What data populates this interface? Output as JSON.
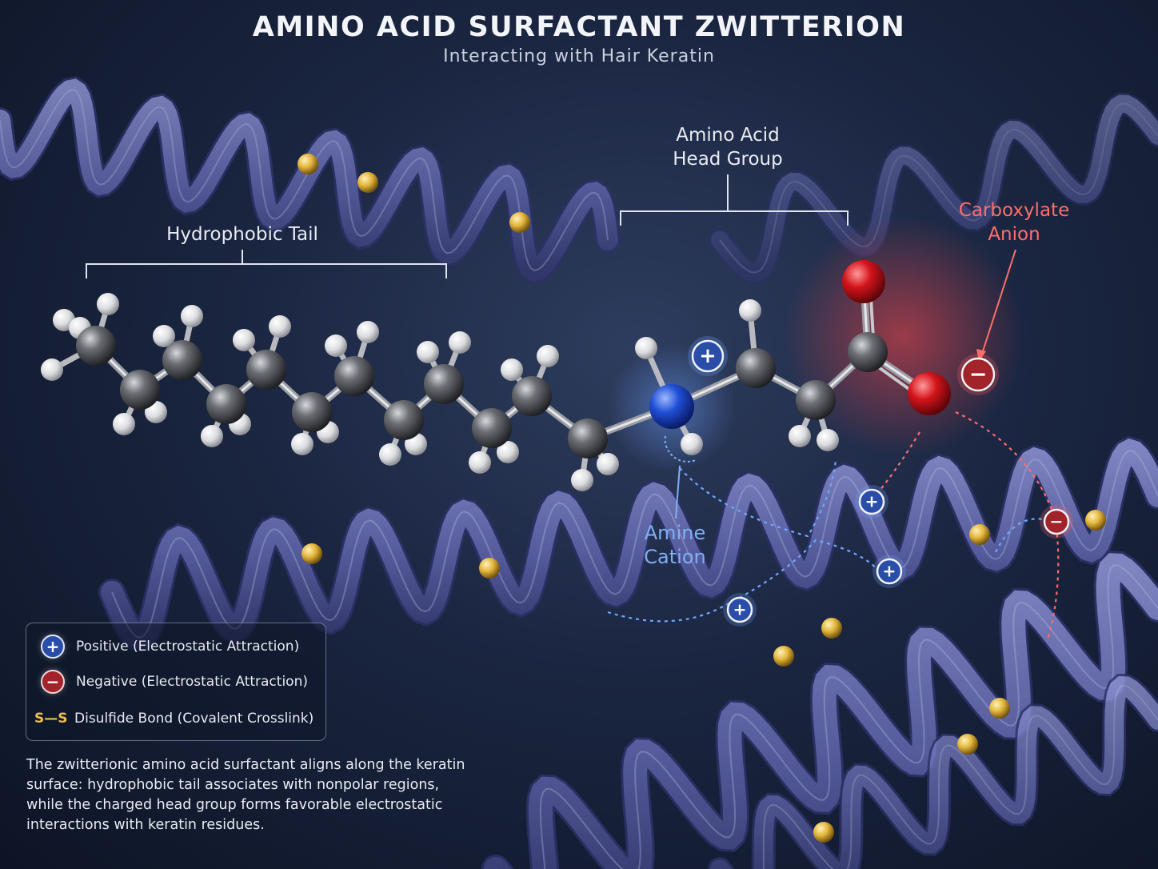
{
  "title": "AMINO ACID SURFACTANT ZWITTERION",
  "subtitle": "Interacting with Hair Keratin",
  "labels": {
    "tail": "Hydrophobic Tail",
    "head_line1": "Amino Acid",
    "head_line2": "Head Group",
    "carboxylate_line1": "Carboxylate",
    "carboxylate_line2": "Anion",
    "amine_line1": "Amine",
    "amine_line2": "Cation"
  },
  "legend": {
    "positive": "Positive (Electrostatic Attraction)",
    "negative": "Negative (Electrostatic Attraction)",
    "disulfide_symbol": "S—S",
    "disulfide": "Disulfide Bond (Covalent Crosslink)"
  },
  "charge_symbols": {
    "plus": "+",
    "minus": "−"
  },
  "caption": "The zwitterionic amino acid surfactant aligns along the keratin surface: hydrophobic tail associates with nonpolar regions, while the charged head group forms favorable electrostatic interactions with keratin residues.",
  "colors": {
    "carbon": "#6b6e74",
    "hydrogen": "#e8e8ea",
    "nitrogen": "#1f4fd6",
    "oxygen": "#d3141b",
    "sulfur": "#e2b43a",
    "keratin": "#6f76b8",
    "positive": "#2a4ea8",
    "negative": "#a3232a"
  }
}
